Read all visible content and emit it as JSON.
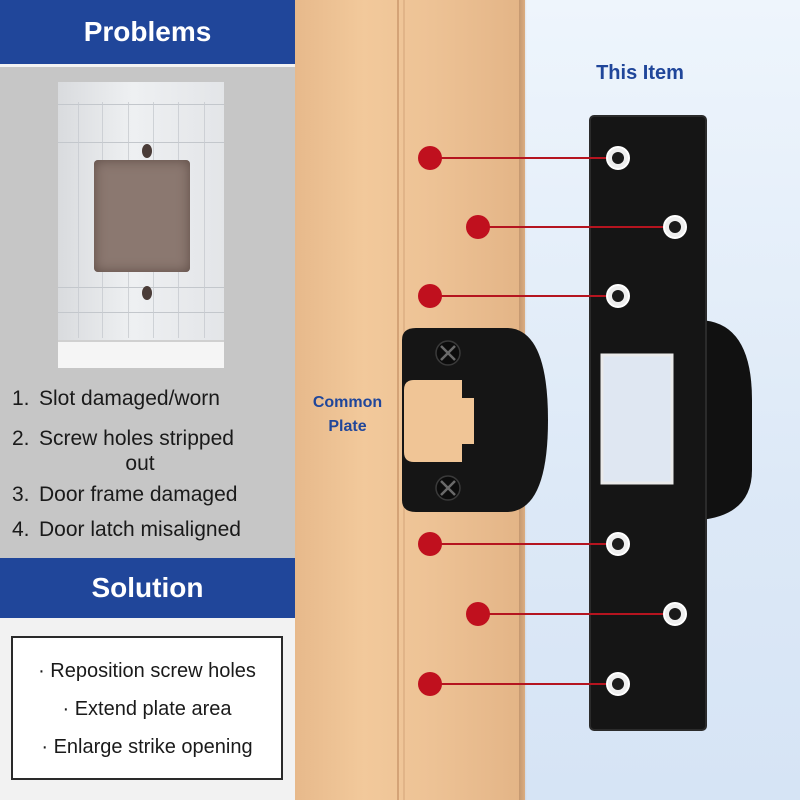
{
  "problems": {
    "header": "Problems",
    "items": [
      {
        "num": "1.",
        "text": "Slot damaged/worn"
      },
      {
        "num": "2.",
        "text": "Screw holes stripped",
        "continuation": "out"
      },
      {
        "num": "3.",
        "text": "Door frame damaged"
      },
      {
        "num": "4.",
        "text": "Door latch misaligned"
      }
    ]
  },
  "solution": {
    "header": "Solution",
    "items": [
      "· Reposition screw holes",
      "· Extend plate area",
      "· Enlarge strike opening"
    ]
  },
  "labels": {
    "this_item": "This Item",
    "common_plate_line1": "Common",
    "common_plate_line2": "Plate"
  },
  "colors": {
    "header_bar": "#20469a",
    "label_text": "#20469a",
    "marker": "#c0101e",
    "plate": "#151515",
    "wood": "#f0c596",
    "wall": "#e3edf8"
  }
}
